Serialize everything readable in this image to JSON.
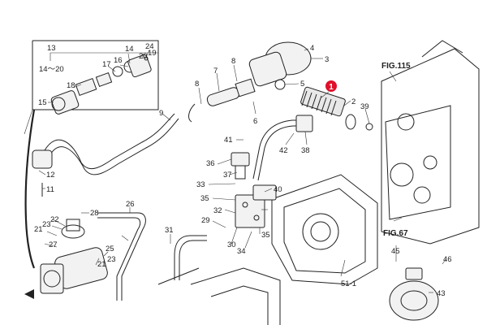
{
  "callouts": [
    {
      "id": "c13",
      "text": "13"
    },
    {
      "id": "c14a",
      "text": "14～20"
    },
    {
      "id": "c14b",
      "text": "14"
    },
    {
      "id": "c24",
      "text": "24"
    },
    {
      "id": "c20",
      "text": "20"
    },
    {
      "id": "c19",
      "text": "19"
    },
    {
      "id": "c17",
      "text": "17"
    },
    {
      "id": "c16",
      "text": "16"
    },
    {
      "id": "c18",
      "text": "18"
    },
    {
      "id": "c15",
      "text": "15"
    },
    {
      "id": "c9",
      "text": "9"
    },
    {
      "id": "c7",
      "text": "7"
    },
    {
      "id": "c8a",
      "text": "8"
    },
    {
      "id": "c8b",
      "text": "8"
    },
    {
      "id": "c4",
      "text": "4"
    },
    {
      "id": "c3",
      "text": "3"
    },
    {
      "id": "c5",
      "text": "5"
    },
    {
      "id": "c6",
      "text": "6"
    },
    {
      "id": "c2",
      "text": "2"
    },
    {
      "id": "c39",
      "text": "39"
    },
    {
      "id": "c41",
      "text": "41"
    },
    {
      "id": "c42",
      "text": "42"
    },
    {
      "id": "c38",
      "text": "38"
    },
    {
      "id": "c36",
      "text": "36"
    },
    {
      "id": "c37",
      "text": "37"
    },
    {
      "id": "c33",
      "text": "33"
    },
    {
      "id": "c40",
      "text": "40"
    },
    {
      "id": "c35a",
      "text": "35"
    },
    {
      "id": "c35b",
      "text": "35"
    },
    {
      "id": "c29",
      "text": "29"
    },
    {
      "id": "c32",
      "text": "32"
    },
    {
      "id": "c30",
      "text": "30"
    },
    {
      "id": "c34",
      "text": "34"
    },
    {
      "id": "c31",
      "text": "31"
    },
    {
      "id": "c26",
      "text": "26"
    },
    {
      "id": "c28",
      "text": "28"
    },
    {
      "id": "c12",
      "text": "12"
    },
    {
      "id": "c11",
      "text": "11"
    },
    {
      "id": "c22",
      "text": "22"
    },
    {
      "id": "c23a",
      "text": "23"
    },
    {
      "id": "c23b",
      "text": "23"
    },
    {
      "id": "c21a",
      "text": "21"
    },
    {
      "id": "c21b",
      "text": "21"
    },
    {
      "id": "c27",
      "text": "27"
    },
    {
      "id": "c25",
      "text": "25"
    },
    {
      "id": "c45",
      "text": "45"
    },
    {
      "id": "c46",
      "text": "46"
    },
    {
      "id": "c43",
      "text": "43"
    },
    {
      "id": "c51",
      "text": "51-1"
    }
  ],
  "highlight": {
    "text": "1",
    "color": "#e0102a"
  },
  "fig_refs": [
    {
      "id": "fig115",
      "text": "FIG.115"
    },
    {
      "id": "fig67",
      "text": "FIG.67"
    }
  ]
}
